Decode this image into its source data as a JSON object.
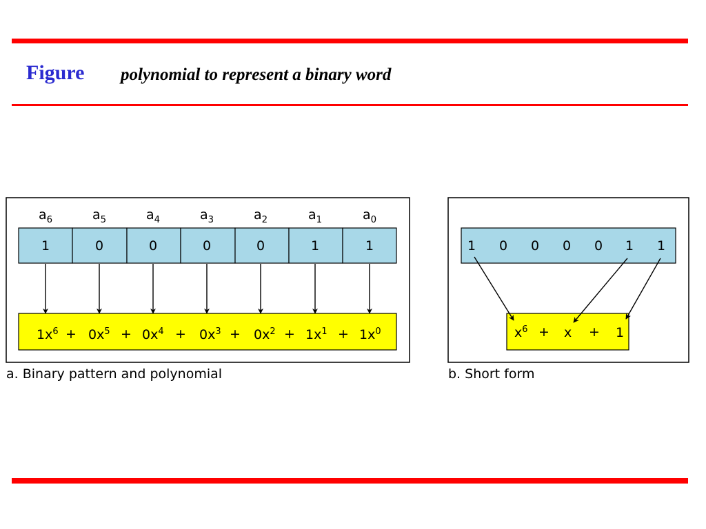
{
  "header": {
    "figure_label": "Figure",
    "title": "polynomial to represent a binary word"
  },
  "colors": {
    "rule": "#ff0000",
    "figure_label": "#2b2bd0",
    "bit_box_fill": "#a8d8e8",
    "poly_box_fill": "#ffff00"
  },
  "panel_a": {
    "caption": "a. Binary pattern and polynomial",
    "coefficient_labels": [
      {
        "base": "a",
        "sub": "6"
      },
      {
        "base": "a",
        "sub": "5"
      },
      {
        "base": "a",
        "sub": "4"
      },
      {
        "base": "a",
        "sub": "3"
      },
      {
        "base": "a",
        "sub": "2"
      },
      {
        "base": "a",
        "sub": "1"
      },
      {
        "base": "a",
        "sub": "0"
      }
    ],
    "bits": [
      "1",
      "0",
      "0",
      "0",
      "0",
      "1",
      "1"
    ],
    "terms": [
      {
        "coef": "1x",
        "exp": "6"
      },
      {
        "coef": "0x",
        "exp": "5"
      },
      {
        "coef": "0x",
        "exp": "4"
      },
      {
        "coef": "0x",
        "exp": "3"
      },
      {
        "coef": "0x",
        "exp": "2"
      },
      {
        "coef": "1x",
        "exp": "1"
      },
      {
        "coef": "1x",
        "exp": "0"
      }
    ],
    "operator": "+"
  },
  "panel_b": {
    "caption": "b. Short form",
    "bits": [
      "1",
      "0",
      "0",
      "0",
      "0",
      "1",
      "1"
    ],
    "terms": [
      {
        "coef": "x",
        "exp": "6"
      },
      {
        "coef": "x",
        "exp": ""
      },
      {
        "coef": "1",
        "exp": ""
      }
    ],
    "operator": "+"
  }
}
